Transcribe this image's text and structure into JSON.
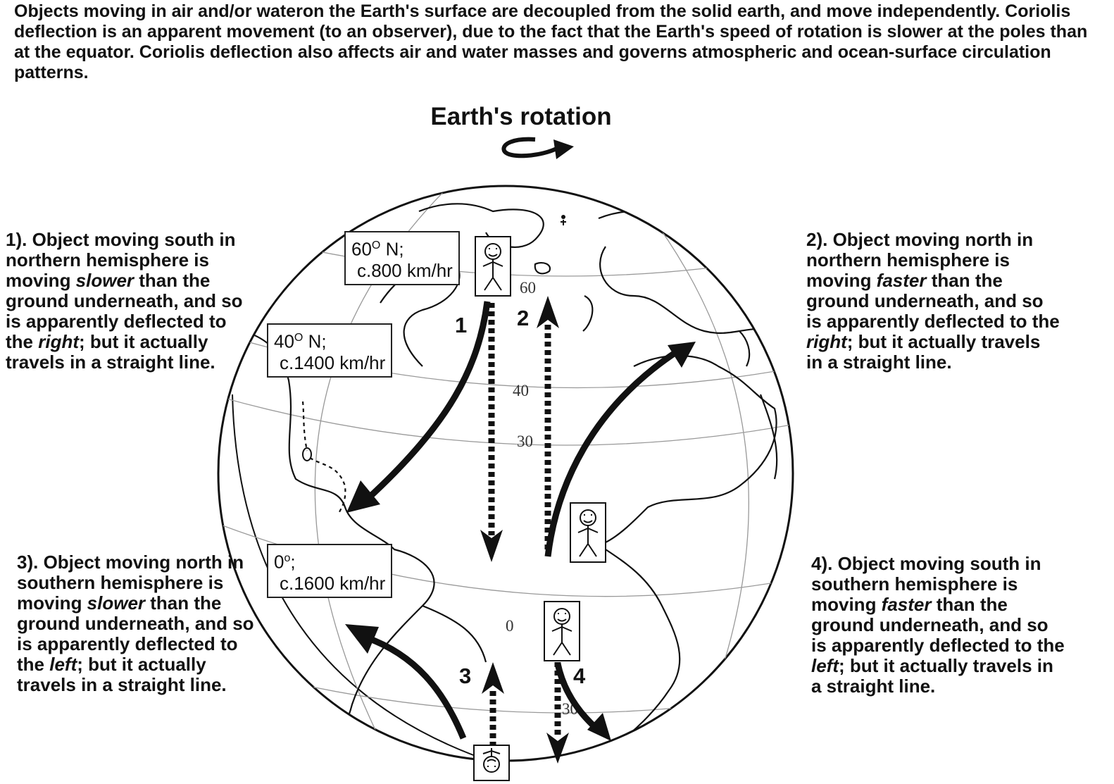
{
  "intro": "Objects moving in air and/or wateron the Earth's surface are decoupled from the solid earth, and move independently. Coriolis deflection is an apparent movement (to an observer), due to the fact that the Earth's speed of rotation is slower at the poles than at the equator. Coriolis deflection also affects air and water masses and governs atmospheric and ocean-surface circulation patterns.",
  "rotation_title": "Earth's rotation",
  "notes": [
    {
      "pre": "1). Object moving south in northern hemisphere  is moving ",
      "em": "slower",
      "mid": " than the ground underneath, and so is apparently deflected to the ",
      "dir": "right",
      "post": "; but it actually travels in a straight line."
    },
    {
      "pre": "2). Object moving north in northern hemisphere  is moving ",
      "em": "faster",
      "mid": " than the ground underneath, and so is apparently deflected to the ",
      "dir": "right",
      "post": "; but it actually travels in a straight line."
    },
    {
      "pre": "3). Object moving north in southern hemisphere  is moving ",
      "em": "slower",
      "mid": " than the ground underneath, and so is apparently deflected to the ",
      "dir": "left",
      "post": "; but it actually travels in a straight line."
    },
    {
      "pre": "4). Object moving south in southern hemisphere  is moving ",
      "em": "faster",
      "mid": " than the ground underneath, and so is apparently deflected to the ",
      "dir": "left",
      "post": "; but it actually travels in a straight line."
    }
  ],
  "lat_boxes": [
    {
      "lat": "60",
      "deg": "O",
      "suffix": " N;",
      "speed": "c.800 km/hr"
    },
    {
      "lat": "40",
      "deg": "O",
      "suffix": " N;",
      "speed": "c.1400 km/hr"
    },
    {
      "lat": "0",
      "deg": "o",
      "suffix": ";",
      "speed": "c.1600 km/hr"
    }
  ],
  "lat_labels": {
    "l60": "60",
    "l40": "40",
    "l30": "30",
    "l0": "0",
    "l30s": "30"
  },
  "arrow_numbers": [
    "1",
    "2",
    "3",
    "4"
  ],
  "colors": {
    "ink": "#111111",
    "lines": "#888888",
    "background": "#ffffff"
  }
}
